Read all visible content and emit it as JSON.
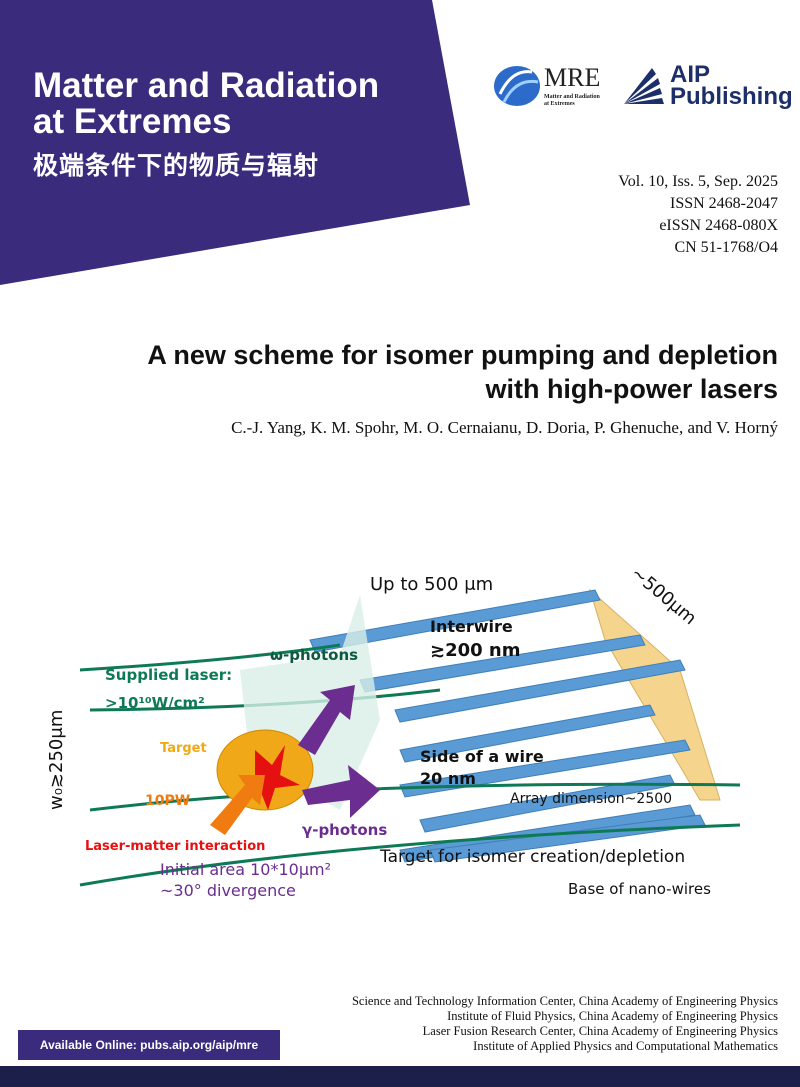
{
  "journal": {
    "title_line1": "Matter and Radiation",
    "title_line2": "at Extremes",
    "title_cn": "极端条件下的物质与辐射"
  },
  "logos": {
    "mre": "MRE",
    "mre_sub": "Matter and Radiation at Extremes",
    "aip_line1": "AIP",
    "aip_line2": "Publishing"
  },
  "issue": {
    "volume": "Vol. 10, Iss. 5, Sep. 2025",
    "issn": "ISSN 2468-2047",
    "eissn": "eISSN 2468-080X",
    "cn": "CN 51-1768/O4"
  },
  "article": {
    "title_line1": "A new scheme for isomer pumping and depletion",
    "title_line2": "with high-power lasers",
    "authors": "C.-J. Yang, K. M. Spohr, M. O. Cernaianu, D. Doria, P. Ghenuche, and V. Horný"
  },
  "figure": {
    "up_to": "Up to 500 μm",
    "side_500": "~500μm",
    "interwire": "Interwire",
    "interwire_val": "≳200 nm",
    "w0": "w₀≳250μm",
    "supplied": "Supplied laser:",
    "intensity": ">10¹⁰W/cm²",
    "omega": "ω-photons",
    "target": "Target",
    "pw": "10PW",
    "lmi": "Laser-matter interaction",
    "gamma": "γ-photons",
    "initial": "Initial area 10*10μm²",
    "divergence": "~30° divergence",
    "side_wire": "Side of a wire",
    "side_val": "20 nm",
    "array": "Array dimension~2500",
    "target_isomer": "Target for isomer creation/depletion",
    "base": "Base of nano-wires"
  },
  "institutions": [
    "Science and Technology Information Center, China Academy of Engineering Physics",
    "Institute of Fluid Physics, China Academy of Engineering Physics",
    "Laser Fusion Research Center, China Academy of Engineering Physics",
    "Institute of Applied Physics and Computational Mathematics"
  ],
  "footer": {
    "available": "Available Online: pubs.aip.org/aip/mre"
  },
  "colors": {
    "banner": "#3a2b7c",
    "wire": "#5b9bd5",
    "laser": "#0e7a55",
    "photon": "#6b2d90",
    "base": "#f5d58e"
  }
}
